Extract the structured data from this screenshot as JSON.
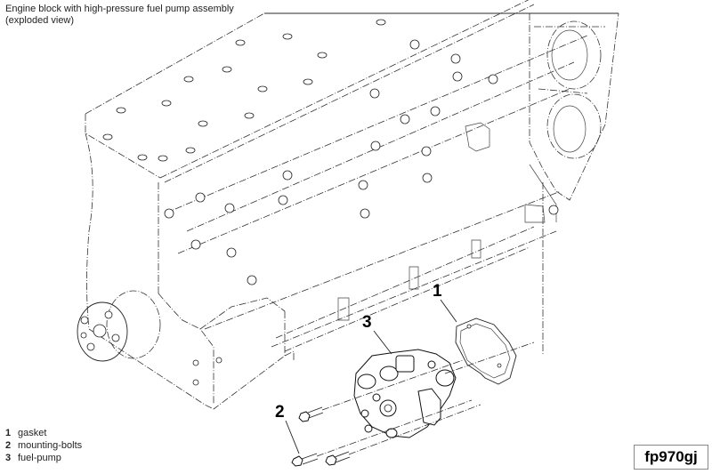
{
  "figure": {
    "title": "Engine block with high-pressure fuel pump assembly (exploded view)",
    "figure_id": "fp970gj",
    "callouts": [
      {
        "number": "1",
        "part": "gasket"
      },
      {
        "number": "2",
        "part": "mounting-bolts"
      },
      {
        "number": "3",
        "part": "fuel-pump"
      }
    ]
  }
}
